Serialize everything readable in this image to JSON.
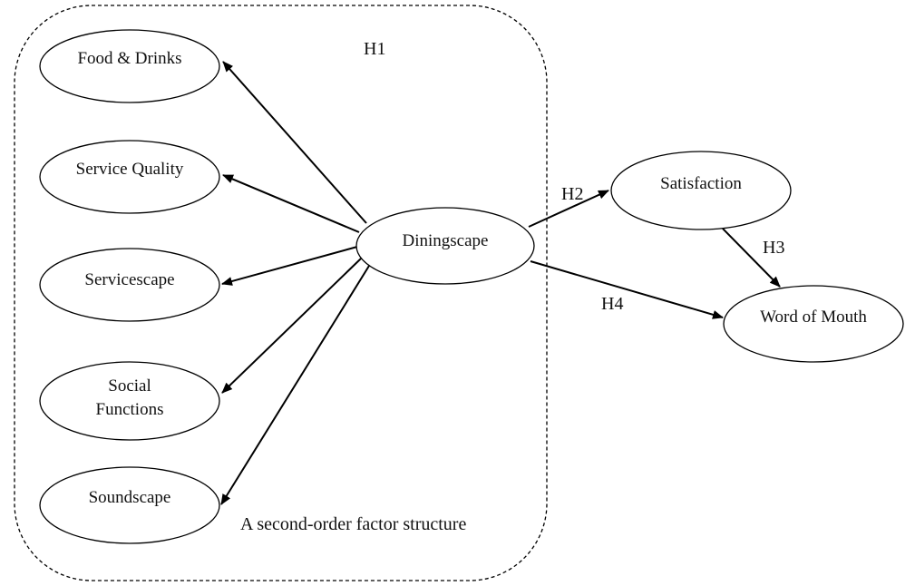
{
  "diagram": {
    "group_caption": "A second-order factor structure",
    "hypotheses": {
      "h1": "H1",
      "h2": "H2",
      "h3": "H3",
      "h4": "H4"
    },
    "nodes": {
      "food_drinks": "Food & Drinks",
      "service_quality": "Service Quality",
      "servicescape": "Servicescape",
      "social_functions_line1": "Social",
      "social_functions_line2": "Functions",
      "soundscape": "Soundscape",
      "diningscape": "Diningscape",
      "satisfaction": "Satisfaction",
      "word_of_mouth": "Word of Mouth"
    }
  }
}
